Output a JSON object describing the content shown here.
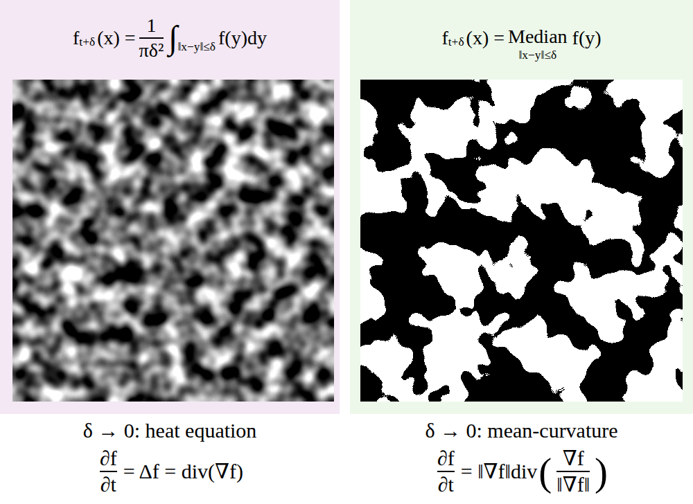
{
  "diagram": {
    "nodes": [
      {
        "text": [
          "f",
          "t+δ",
          "(x) =",
          "1",
          "πδ²",
          "∫",
          "‖x−y‖≤δ",
          "f(y)dy"
        ]
      },
      {
        "text": [
          "f",
          "t+δ",
          "(x) =",
          "Median",
          "‖x−y‖≤δ",
          "f(y)"
        ]
      }
    ],
    "labels": [
      "δ → 0: heat equation",
      "∂f",
      "∂t",
      "= Δf = div(∇f)",
      "δ → 0: mean-curvature",
      "∂f",
      "∂t",
      "= ‖∇f‖div",
      "(",
      "∇f",
      "‖∇f‖",
      ")"
    ]
  }
}
